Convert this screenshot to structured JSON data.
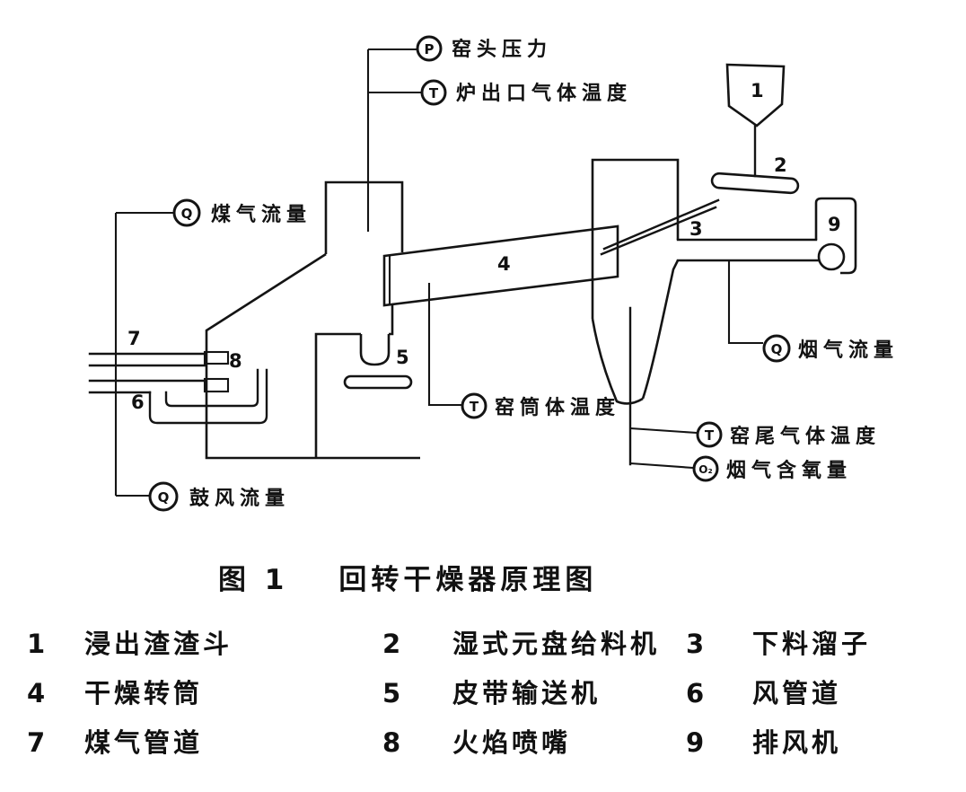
{
  "figure": {
    "caption_prefix": "图 1",
    "caption_title": "回转干燥器原理图"
  },
  "instruments": [
    {
      "symbol": "P",
      "label": "窑头压力"
    },
    {
      "symbol": "T",
      "label": "炉出口气体温度"
    },
    {
      "symbol": "Q",
      "label": "煤气流量"
    },
    {
      "symbol": "Q",
      "label": "鼓风流量"
    },
    {
      "symbol": "T",
      "label": "窑筒体温度"
    },
    {
      "symbol": "T",
      "label": "窑尾气体温度"
    },
    {
      "symbol": "O₂",
      "label": "烟气含氧量"
    },
    {
      "symbol": "Q",
      "label": "烟气流量"
    }
  ],
  "parts": [
    {
      "num": "1",
      "label": "浸出渣渣斗"
    },
    {
      "num": "2",
      "label": "湿式元盘给料机"
    },
    {
      "num": "3",
      "label": "下料溜子"
    },
    {
      "num": "4",
      "label": "干燥转筒"
    },
    {
      "num": "5",
      "label": "皮带输送机"
    },
    {
      "num": "6",
      "label": "风管道"
    },
    {
      "num": "7",
      "label": "煤气管道"
    },
    {
      "num": "8",
      "label": "火焰喷嘴"
    },
    {
      "num": "9",
      "label": "排风机"
    }
  ],
  "colors": {
    "ink": "#141414",
    "paper": "#ffffff"
  }
}
